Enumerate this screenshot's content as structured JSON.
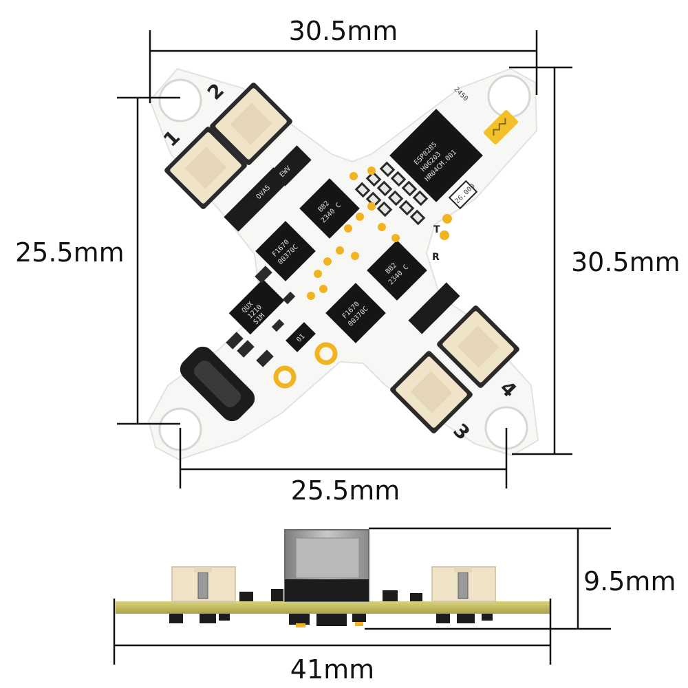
{
  "dimensions": {
    "top_width": "30.5mm",
    "right_height": "30.5mm",
    "left_hole_spacing": "25.5mm",
    "bottom_hole_spacing": "25.5mm",
    "side_height": "9.5mm",
    "side_width": "41mm"
  },
  "motor_labels": [
    "1",
    "2",
    "3",
    "4"
  ],
  "pad_labels": {
    "t": "T",
    "r": "R"
  },
  "board_marking": "2450",
  "chip_markings": {
    "mcu": [
      "ESP8285",
      "H06203",
      "HR04CM.001"
    ],
    "driver": [
      "BB2",
      "F1670",
      "00370C",
      "2340 C"
    ],
    "mosfet": [
      "EWV",
      "OVA5"
    ],
    "regulator": [
      "QUX",
      "1210",
      "S1M"
    ],
    "diode": "01",
    "crystal": "26.000"
  },
  "colors": {
    "board": "#f7f7f5",
    "chip": "#151515",
    "gold_pad": "#f2b320",
    "connector": "#efe3c8",
    "pcb_side": "#c8c06a",
    "usb_shell": "#9a9a9a",
    "dimension_line": "#111111"
  }
}
